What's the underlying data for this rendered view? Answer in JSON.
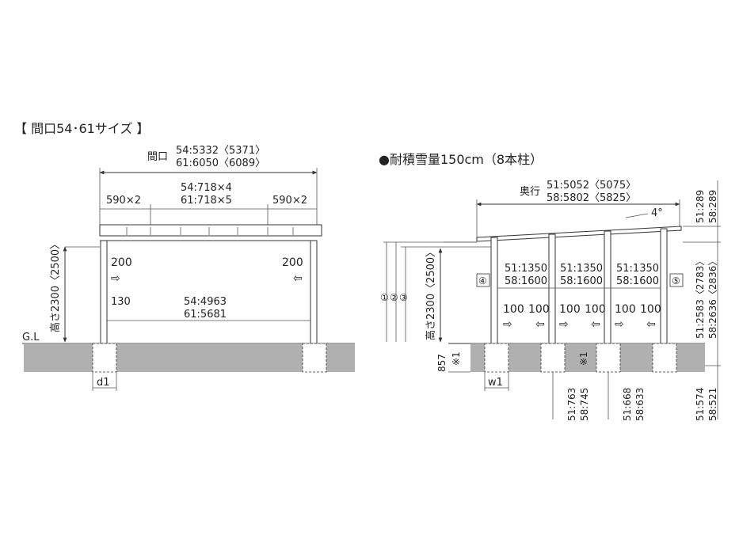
{
  "left": {
    "section_title": "【 間口54･61サイズ 】",
    "width_label": "間口",
    "width_54": "54:5332〈5371〉",
    "width_61": "61:6050〈6089〉",
    "mid_54": "54:718×4",
    "mid_61": "61:718×5",
    "side_left": "590×2",
    "side_right": "590×2",
    "height": "高さ2300〈2500〉",
    "gl": "G.L",
    "arrow_left_val": "200",
    "arrow_right_val": "200",
    "inner_130": "130",
    "inner_54": "54:4963",
    "inner_61": "61:5681",
    "d1": "d1"
  },
  "right": {
    "section_title": "●耐積雪量150cm（8本柱）",
    "depth_label": "奥行",
    "depth_51": "51:5052〈5075〉",
    "depth_58": "58:5802〈5825〉",
    "angle": "4°",
    "top_right": "51:289\n58:289",
    "top_right_a": "51:289",
    "top_right_b": "58:289",
    "bay_51": "51:1350",
    "bay_58": "58:1600",
    "circle4": "④",
    "circle5": "⑤",
    "circle1": "①",
    "circle2": "②",
    "circle3": "③",
    "height": "高さ2300〈2500〉",
    "ground_857": "857",
    "note1": "※1",
    "note2": "※1",
    "val100": "100",
    "right_height_a": "51:2583〈2783〉",
    "right_height_b": "58:2636〈2836〉",
    "bottom1_a": "51:763",
    "bottom1_b": "58:745",
    "bottom2_a": "51:668",
    "bottom2_b": "58:633",
    "bottom3_a": "51:574",
    "bottom3_b": "58:521",
    "w1": "w1"
  },
  "colors": {
    "ground": "#b0b0b0",
    "line": "#333333"
  }
}
